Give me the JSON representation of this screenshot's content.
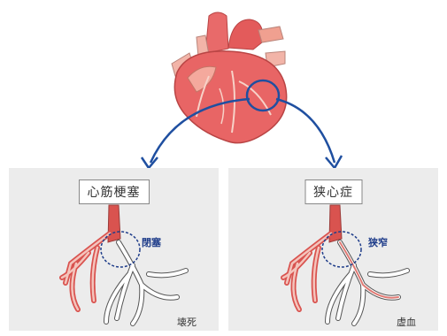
{
  "panels": {
    "left": {
      "title": "心筋梗塞",
      "lesion_label": "閉塞",
      "outcome_label": "壊死"
    },
    "right": {
      "title": "狭心症",
      "lesion_label": "狭窄",
      "outcome_label": "虚血"
    }
  },
  "colors": {
    "heart": "#e05a5a",
    "artery": "#d9534f",
    "arrow": "#1f4fa0",
    "panel_bg": "#ececec"
  }
}
